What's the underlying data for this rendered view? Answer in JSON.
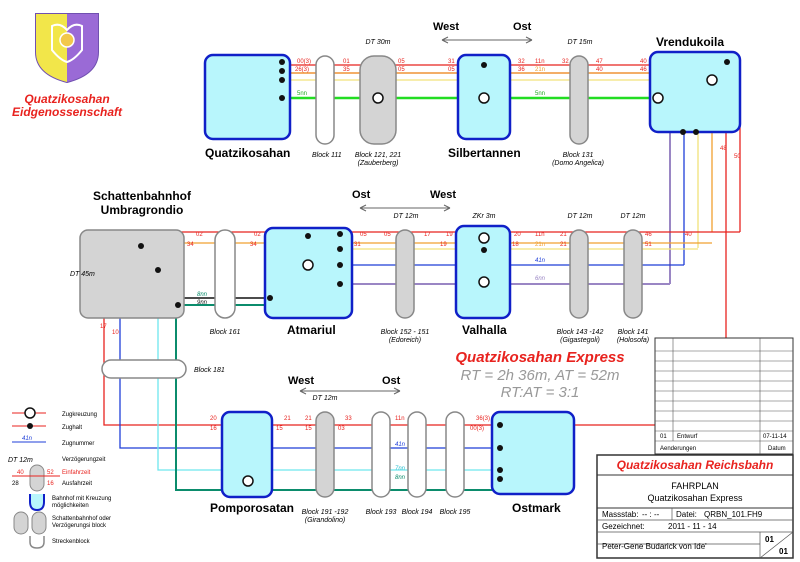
{
  "brand": {
    "name_line1": "Quatzikosahan",
    "name_line2": "Eidgenossenschaft"
  },
  "directions": {
    "top": {
      "left": "West",
      "right": "Ost"
    },
    "middle": {
      "left": "Ost",
      "right": "West"
    },
    "bottom": {
      "left": "West",
      "right": "Ost"
    }
  },
  "stations": {
    "quatzikosahan": "Quatzikosahan",
    "silbertannen": "Silbertannen",
    "vrendukoila": "Vrendukoila",
    "schatten_l1": "Schattenbahnhof",
    "schatten_l2": "Umbragrondio",
    "atmariul": "Atmariul",
    "valhalla": "Valhalla",
    "pomporosatan": "Pomporosatan",
    "ostmark": "Ostmark"
  },
  "blocks": {
    "b111": "Block 111",
    "b121": "Block 121, 221",
    "b121_sub": "(Zauberberg)",
    "b131": "Block 131",
    "b131_sub": "(Domo Angelica)",
    "b161": "Block 161",
    "b152": "Block 152 - 151",
    "b152_sub": "(Edoreich)",
    "b143": "Block 143 -142",
    "b143_sub": "(Gigastegoli)",
    "b141": "Block 141",
    "b141_sub": "(Holosofa)",
    "b181": "Block 181",
    "b191": "Block 191 -192",
    "b191_sub": "(Girandolino)",
    "b193": "Block 193",
    "b194": "Block 194",
    "b195": "Block 195"
  },
  "dwell": {
    "dt30": "DT 30m",
    "dt15": "DT 15m",
    "dt12a": "DT 12m",
    "zkr3": "ZKr 3m",
    "dt12b": "DT 12m",
    "dt12c": "DT 12m",
    "dt45": "DT 45m",
    "dt12d": "DT 12m"
  },
  "times": {
    "top_red": [
      "00(3)",
      "01",
      "05",
      "31",
      "32",
      "11n",
      "32",
      "47",
      "40"
    ],
    "top_red2": [
      "26(3)",
      "35",
      "05",
      "05",
      "36",
      "21n",
      "40",
      "46"
    ],
    "top_green": [
      "5nn",
      "5nn"
    ],
    "mid_red": [
      "02",
      "02",
      "05",
      "05",
      "17",
      "19",
      "20",
      "11n",
      "21",
      "46",
      "40"
    ],
    "mid_orange": [
      "34",
      "34",
      "31",
      "19",
      "18",
      "21n",
      "21",
      "51"
    ],
    "mid_blue": [
      "41n"
    ],
    "mid_purple": [
      "6nn"
    ],
    "mid_green": [
      "8nn",
      "9nn"
    ],
    "side": [
      "48",
      "50",
      "17",
      "10"
    ],
    "bottom_red": [
      "20",
      "21",
      "21",
      "33",
      "11n",
      "36(3)"
    ],
    "bottom_red2": [
      "16",
      "15",
      "15",
      "03",
      "00(3)"
    ],
    "bottom_blue": [
      "41n"
    ],
    "bottom_cyan": [
      "7nn"
    ],
    "bottom_green": [
      "8nn"
    ]
  },
  "title": {
    "name": "Quatzikosahan Express",
    "rt": "RT = 2h 36m, AT = 52m",
    "ratio": "RT:AT = 3:1"
  },
  "legend": {
    "zugkreuzung": "Zugkreuzung",
    "zughalt": "Zughalt",
    "zugnummer_sample": "41n",
    "zugnummer": "Zugnummer",
    "dt_sample": "DT 12m",
    "verzoegerung": "Verzögerungzeit",
    "ein_num": "40",
    "ein_num2": "52",
    "einfahrzeit": "Einfahrzeit",
    "aus_num": "28",
    "aus_num2": "16",
    "ausfahrzeit": "Ausfahrzeit",
    "bahnhof_kreuzung_1": "Bahnhof mit Kreuzung",
    "bahnhof_kreuzung_2": "möglichkeiten",
    "schatten_1": "Schattenbahnhof oder",
    "schatten_2": "Verzögerungsi block",
    "strecken": "Streckenblock"
  },
  "titleblock": {
    "row_num": "01",
    "row_desc": "Entwurf",
    "row_date": "07-11-14",
    "aenderungen": "Aenderungen",
    "datum": "Datum",
    "company": "Quatzikosahan  Reichsbahn",
    "doc_type": "FAHRPLAN",
    "doc_title": "Quatzikosahan Express",
    "massstab_label": "Massstab:",
    "massstab_value": "-- : --",
    "datei_label": "Datei:",
    "datei_value": "QRBN_101.FH9",
    "gezeichnet_label": "Gezeichnet:",
    "gezeichnet_value": "2011 - 11 - 14",
    "author": "Peter-Gene Budarick von Ide'",
    "sheet_num": "01",
    "sheet_total": "01"
  },
  "colors": {
    "red": "#e8231f",
    "orange": "#f0a030",
    "yellow": "#f2e27a",
    "green": "#22dd22",
    "blue": "#1f3fd8",
    "purple": "#9a86c4",
    "cyan": "#6ee6ee",
    "teal": "#0b8c6c",
    "station_fill": "#b8f6fc",
    "station_border": "#1020c8",
    "block_fill": "#d4d4d4"
  }
}
